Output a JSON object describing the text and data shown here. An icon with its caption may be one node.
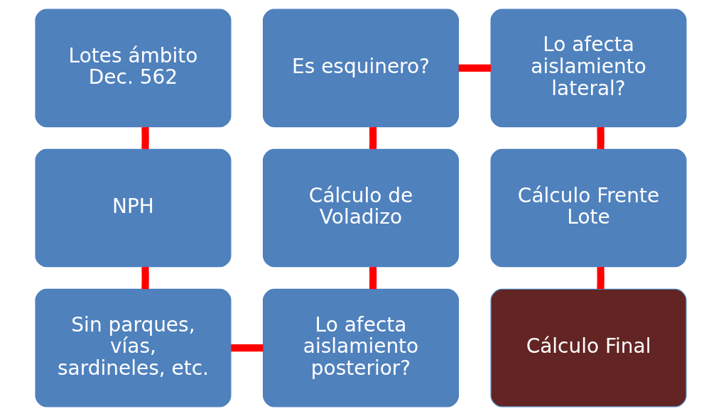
{
  "diagram": {
    "nodes": [
      {
        "text": [
          "Lotes ámbito Dec. 562"
        ]
      },
      {
        "text": [
          "NPH"
        ]
      },
      {
        "text": [
          "Sin parques, vías, sardineles, etc."
        ]
      },
      {
        "text": [
          "Lo afecta aislamiento posterior?"
        ]
      },
      {
        "text": [
          "Cálculo de Voladizo"
        ]
      },
      {
        "text": [
          "Es esquinero?"
        ]
      },
      {
        "text": [
          "Lo afecta aislamiento lateral?"
        ]
      },
      {
        "text": [
          "Cálculo Frente Lote"
        ]
      },
      {
        "text": [
          "Cálculo Final"
        ]
      }
    ],
    "edges": [
      {
        "from": 0,
        "to": 1,
        "arrow": "none"
      },
      {
        "from": 1,
        "to": 2,
        "arrow": "none"
      },
      {
        "from": 2,
        "to": 3,
        "arrow": "none"
      },
      {
        "from": 3,
        "to": 4,
        "arrow": "none"
      },
      {
        "from": 4,
        "to": 5,
        "arrow": "none"
      },
      {
        "from": 5,
        "to": 6,
        "arrow": "none"
      },
      {
        "from": 6,
        "to": 7,
        "arrow": "none"
      },
      {
        "from": 7,
        "to": 8,
        "arrow": "none"
      }
    ]
  }
}
